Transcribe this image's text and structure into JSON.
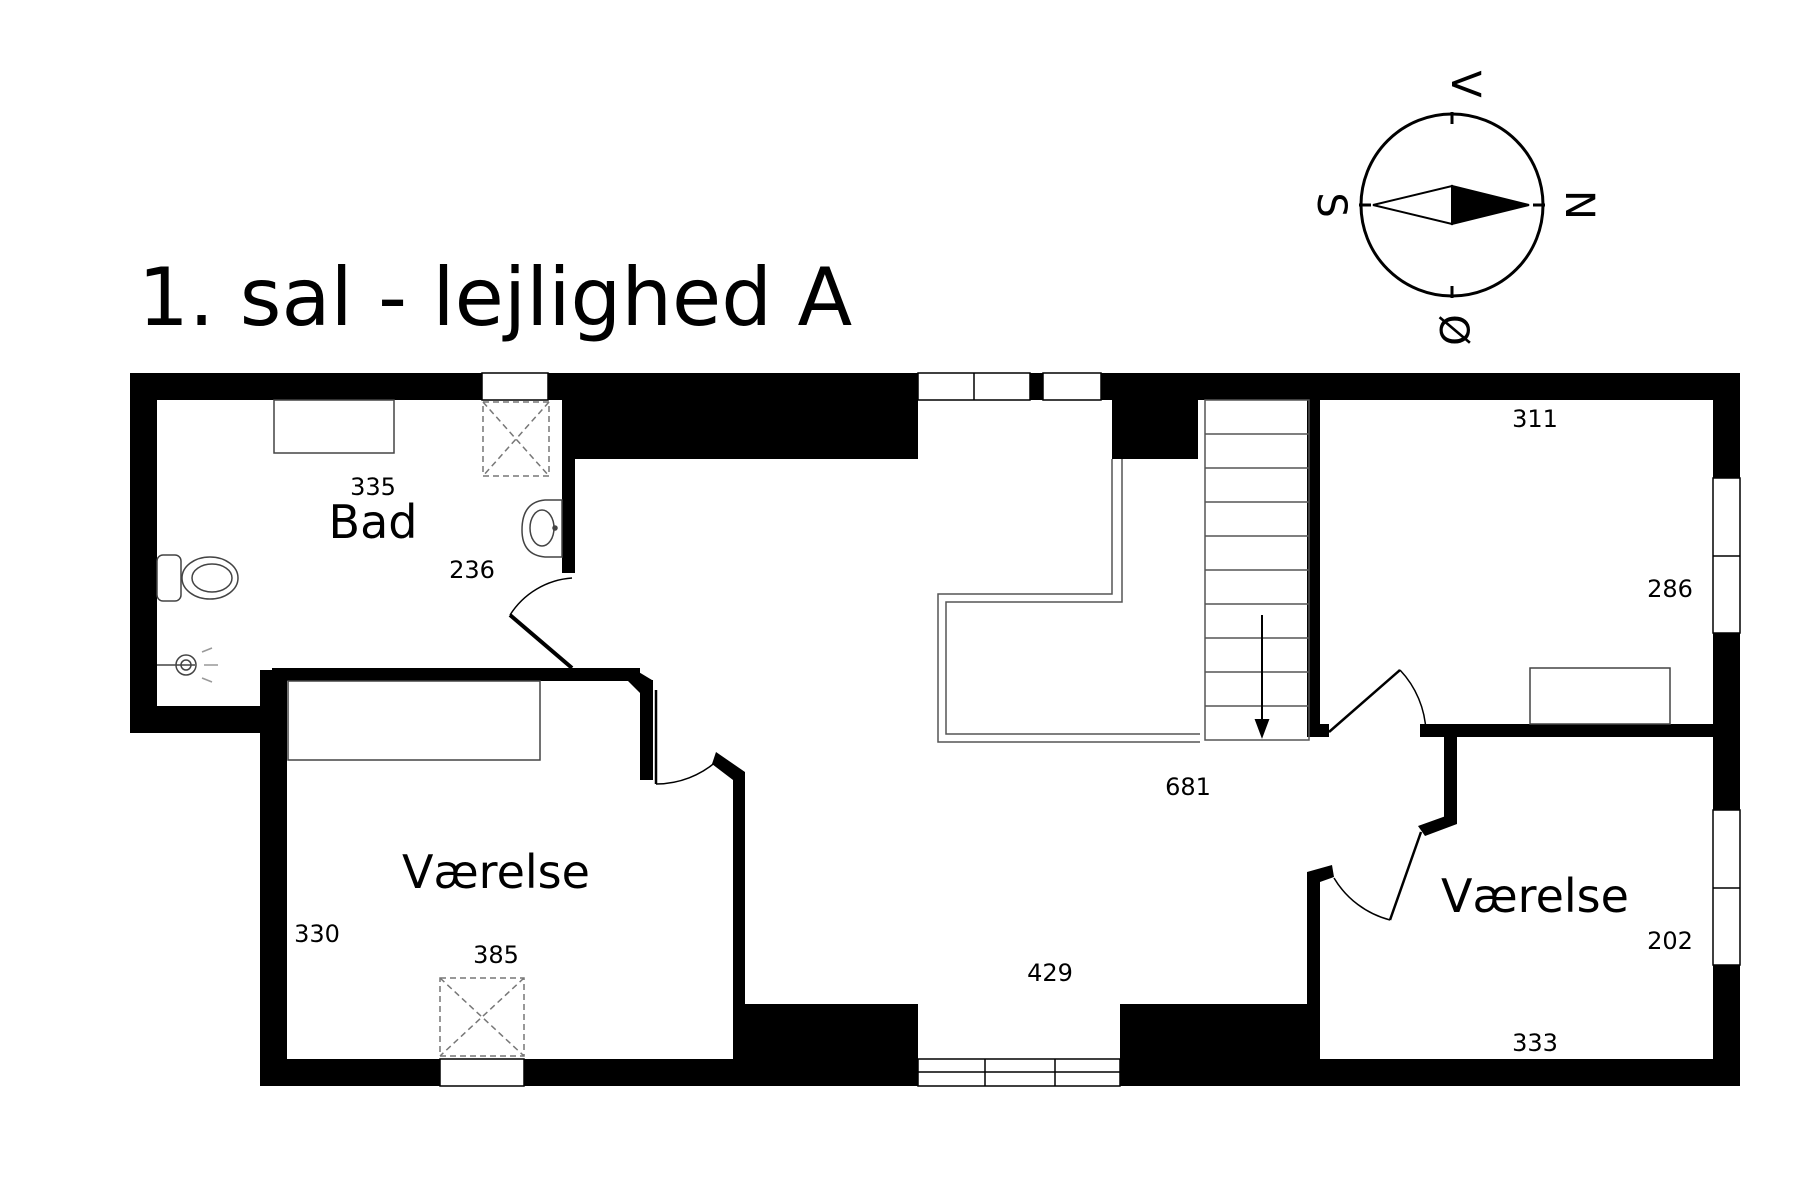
{
  "title": "1. sal - lejlighed A",
  "compass": {
    "top": "V",
    "right": "N",
    "bottom": "Ø",
    "left": "S"
  },
  "rooms": {
    "bath": "Bad",
    "room_left": "Værelse",
    "room_right": "Værelse"
  },
  "dimensions": {
    "bath_width": "335",
    "bath_depth": "236",
    "room_left_depth": "330",
    "room_left_width": "385",
    "hall_width": "429",
    "hall_length": "681",
    "room_top_right_width": "311",
    "room_top_right_depth": "286",
    "room_right_depth": "202",
    "room_right_width": "333"
  }
}
